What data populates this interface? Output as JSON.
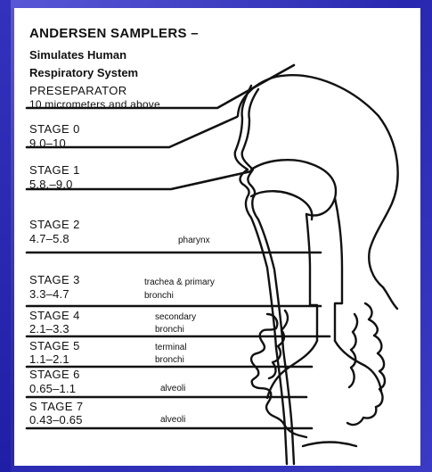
{
  "title": "ANDERSEN SAMPLERS –",
  "subtitle_line1": "Simulates Human",
  "subtitle_line2": "Respiratory System",
  "stages": [
    {
      "name": "PRESEPARATOR",
      "range": "10 micrometers and above",
      "region": ""
    },
    {
      "name": "STAGE 0",
      "range": "9.0–10",
      "region": ""
    },
    {
      "name": "STAGE 1",
      "range": "5.8.–9.0",
      "region": ""
    },
    {
      "name": "STAGE 2",
      "range": "4.7–5.8",
      "region": "pharynx"
    },
    {
      "name": "STAGE 3",
      "range": "3.3–4.7",
      "region": "trachea & primary",
      "region2": "bronchi"
    },
    {
      "name": "STAGE 4",
      "range": "2.1–3.3",
      "region": "secondary",
      "region2": "bronchi"
    },
    {
      "name": "STAGE 5",
      "range": "1.1–2.1",
      "region": "terminal",
      "region2": "bronchi"
    },
    {
      "name": "STAGE 6",
      "range": "0.65–1.1",
      "region": "alveoli"
    },
    {
      "name": "S TAGE 7",
      "range": "0.43–0.65",
      "region": "alveoli"
    }
  ],
  "colors": {
    "background": "#2a2ab4",
    "paper": "#ffffff",
    "ink": "#111111"
  }
}
